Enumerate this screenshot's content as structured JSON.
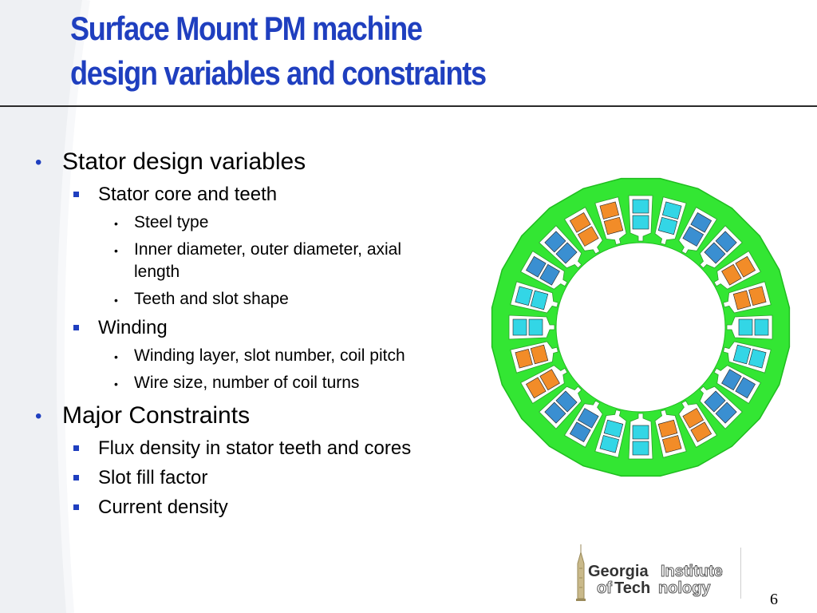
{
  "slide": {
    "title_line1": "Surface Mount PM machine",
    "title_line2": "design variables and constraints",
    "page_number": "6"
  },
  "content": {
    "stator_heading": "Stator design variables",
    "core_heading": "Stator core and teeth",
    "steel_type": "Steel type",
    "diameter_line1": "Inner diameter, outer diameter, axial",
    "diameter_line2": "length",
    "teeth_slot": "Teeth and slot shape",
    "winding_heading": "Winding",
    "winding_layer": "Winding layer, slot number, coil pitch",
    "wire_size": "Wire size, number of coil turns",
    "constraints_heading": "Major Constraints",
    "flux_density": "Flux density in stator teeth and cores",
    "slot_fill": "Slot fill factor",
    "current_density": "Current density"
  },
  "logo": {
    "word_georgia": "Georgia",
    "word_institute": "Institute",
    "word_of": "of",
    "word_tech": "Tech",
    "word_nology": "nology"
  },
  "figure": {
    "slot_count": 24,
    "colors": {
      "core": "#33e633",
      "core_edge": "#1fbd1f",
      "bore": "#ffffff",
      "phase_a": "#f28c28",
      "phase_b": "#3a8fd1",
      "phase_c": "#33d6e6"
    },
    "slot_phase_sequence": [
      "c",
      "c",
      "b",
      "b",
      "a",
      "a",
      "c",
      "c",
      "b",
      "b",
      "a",
      "a"
    ]
  },
  "theme": {
    "title_color": "#1f3fbf",
    "bullet_color": "#1f3fbf",
    "text_color": "#000000"
  }
}
